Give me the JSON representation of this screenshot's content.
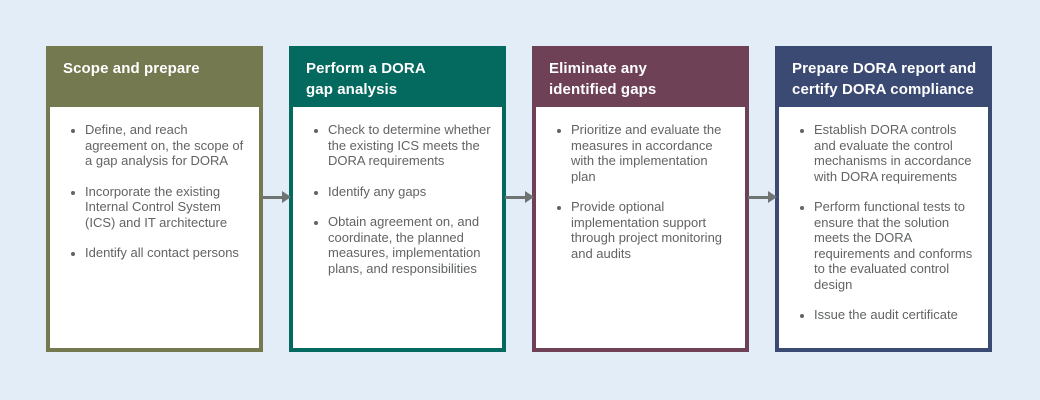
{
  "canvas": {
    "background": "#e3edf8",
    "arrow_color": "#6f7372",
    "header_text_color": "#ffffff",
    "body_text_color": "#616365"
  },
  "steps": [
    {
      "title": "Scope and prepare",
      "color": "#75794f",
      "bullets": [
        "Define, and reach agreement on, the scope of a gap analysis for DORA",
        "Incorporate the existing Internal Control System (ICS) and IT architecture",
        "Identify all contact persons"
      ]
    },
    {
      "title": "Perform a DORA\ngap analysis",
      "color": "#04695f",
      "bullets": [
        "Check to determine whether the existing ICS meets the DORA requirements",
        "Identify any gaps",
        "Obtain agreement on, and coordinate, the planned measures, implementation plans, and responsibilities"
      ]
    },
    {
      "title": "Eliminate any\nidentified gaps",
      "color": "#6e4157",
      "bullets": [
        "Prioritize and evaluate the measures in accordance with the implementation plan",
        "Provide optional implementation support through project monitoring and audits"
      ]
    },
    {
      "title": "Prepare DORA report and\ncertify DORA compliance",
      "color": "#3b4a73",
      "bullets": [
        "Establish DORA controls and evaluate the control mechanisms in accordance with DORA requirements",
        "Perform functional tests to ensure that the solution meets the DORA requirements and conforms to the evaluated control design",
        "Issue the audit certificate"
      ]
    }
  ]
}
